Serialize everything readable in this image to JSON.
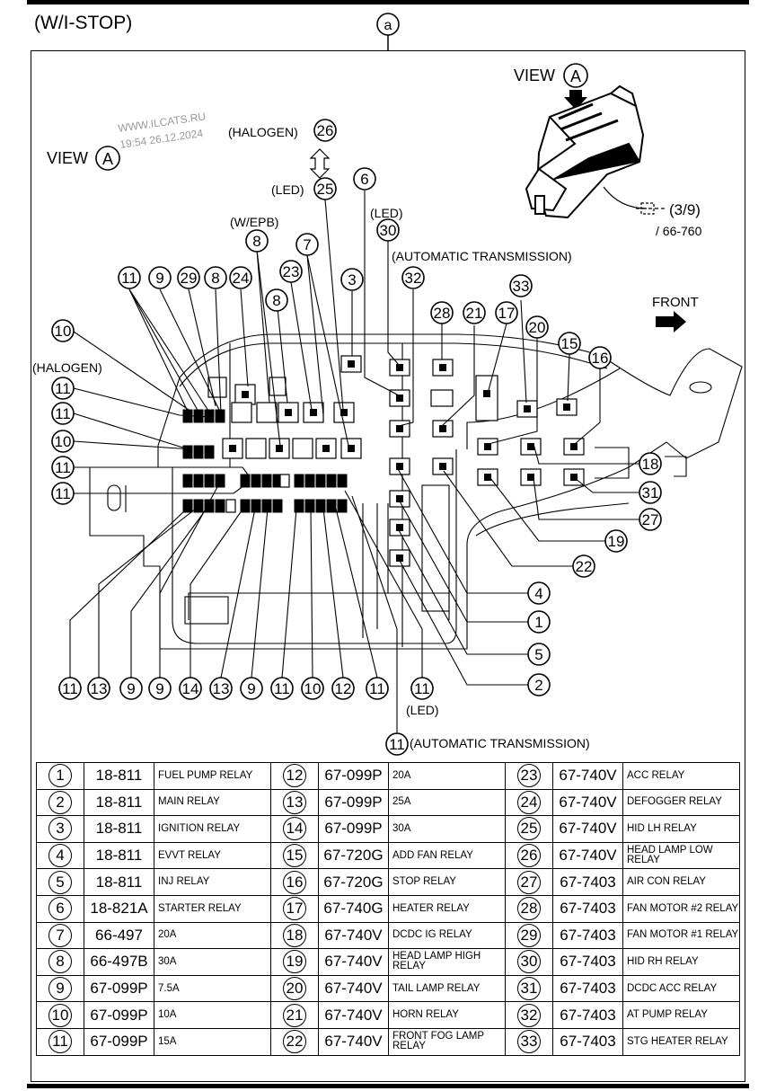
{
  "title": "(W/I-STOP)",
  "callout_a": "a",
  "watermark": {
    "line1": "WWW.ILCATS.RU",
    "line2": "19:54 26.12.2024"
  },
  "view_a_label": "VIEW",
  "view_a_letter": "A",
  "inset": {
    "connector_ref": "(3/9)",
    "connector_ref2": "/ 66-760"
  },
  "front_label": "FRONT",
  "notes": {
    "halogen_top": "(HALOGEN)",
    "led_mid": "(LED)",
    "w_epb": "(W/EPB)",
    "led_30": "(LED)",
    "automatic_transmission_top": "(AUTOMATIC TRANSMISSION)",
    "halogen_left": "(HALOGEN)",
    "led_bottom": "(LED)",
    "automatic_transmission_bottom": "(AUTOMATIC TRANSMISSION)"
  },
  "callouts": {
    "n26": "26",
    "n25": "25",
    "n6": "6",
    "n30": "30",
    "n32": "32",
    "n8_epb": "8",
    "n23": "23",
    "n7": "7",
    "n8b": "8",
    "n3": "3",
    "n11_top": "11",
    "n9_top": "9",
    "n29": "29",
    "n8_top": "8",
    "n24": "24",
    "n28": "28",
    "n21": "21",
    "n17": "17",
    "n33": "33",
    "n20": "20",
    "n15": "15",
    "n16": "16",
    "n10_a": "10",
    "n11_a": "11",
    "n11_b": "11",
    "n10_b": "10",
    "n11_c": "11",
    "n11_d": "11",
    "n18": "18",
    "n31": "31",
    "n27": "27",
    "n19": "19",
    "n22": "22",
    "n4": "4",
    "n1": "1",
    "n5": "5",
    "n2": "2",
    "bottom": [
      "11",
      "13",
      "9",
      "9",
      "14",
      "13",
      "9",
      "11",
      "10",
      "12",
      "11",
      "11"
    ],
    "n11_at": "11"
  },
  "table": {
    "rows": [
      [
        {
          "n": "1",
          "pn": "18-811",
          "d": "FUEL PUMP RELAY"
        },
        {
          "n": "12",
          "pn": "67-099P",
          "d": "20A"
        },
        {
          "n": "23",
          "pn": "67-740V",
          "d": "ACC RELAY"
        }
      ],
      [
        {
          "n": "2",
          "pn": "18-811",
          "d": "MAIN RELAY"
        },
        {
          "n": "13",
          "pn": "67-099P",
          "d": "25A"
        },
        {
          "n": "24",
          "pn": "67-740V",
          "d": "DEFOGGER RELAY"
        }
      ],
      [
        {
          "n": "3",
          "pn": "18-811",
          "d": "IGNITION RELAY"
        },
        {
          "n": "14",
          "pn": "67-099P",
          "d": "30A"
        },
        {
          "n": "25",
          "pn": "67-740V",
          "d": "HID LH RELAY"
        }
      ],
      [
        {
          "n": "4",
          "pn": "18-811",
          "d": "EVVT RELAY"
        },
        {
          "n": "15",
          "pn": "67-720G",
          "d": "ADD FAN RELAY"
        },
        {
          "n": "26",
          "pn": "67-740V",
          "d": "HEAD LAMP LOW RELAY"
        }
      ],
      [
        {
          "n": "5",
          "pn": "18-811",
          "d": "INJ RELAY"
        },
        {
          "n": "16",
          "pn": "67-720G",
          "d": "STOP RELAY"
        },
        {
          "n": "27",
          "pn": "67-7403",
          "d": "AIR CON  RELAY"
        }
      ],
      [
        {
          "n": "6",
          "pn": "18-821A",
          "d": "STARTER RELAY"
        },
        {
          "n": "17",
          "pn": "67-740G",
          "d": "HEATER RELAY"
        },
        {
          "n": "28",
          "pn": "67-7403",
          "d": "FAN MOTOR #2 RELAY"
        }
      ],
      [
        {
          "n": "7",
          "pn": "66-497",
          "d": "20A"
        },
        {
          "n": "18",
          "pn": "67-740V",
          "d": "DCDC IG RELAY"
        },
        {
          "n": "29",
          "pn": "67-7403",
          "d": "FAN MOTOR #1 RELAY"
        }
      ],
      [
        {
          "n": "8",
          "pn": "66-497B",
          "d": "30A"
        },
        {
          "n": "19",
          "pn": "67-740V",
          "d": "HEAD LAMP HIGH RELAY"
        },
        {
          "n": "30",
          "pn": "67-7403",
          "d": "HID RH RELAY"
        }
      ],
      [
        {
          "n": "9",
          "pn": "67-099P",
          "d": "7.5A"
        },
        {
          "n": "20",
          "pn": "67-740V",
          "d": "TAIL LAMP RELAY"
        },
        {
          "n": "31",
          "pn": "67-7403",
          "d": "DCDC ACC RELAY"
        }
      ],
      [
        {
          "n": "10",
          "pn": "67-099P",
          "d": "10A"
        },
        {
          "n": "21",
          "pn": "67-740V",
          "d": "HORN RELAY"
        },
        {
          "n": "32",
          "pn": "67-7403",
          "d": "AT PUMP RELAY"
        }
      ],
      [
        {
          "n": "11",
          "pn": "67-099P",
          "d": "15A"
        },
        {
          "n": "22",
          "pn": "67-740V",
          "d": "FRONT FOG LAMP RELAY"
        },
        {
          "n": "33",
          "pn": "67-7403",
          "d": "STG  HEATER RELAY"
        }
      ]
    ]
  }
}
